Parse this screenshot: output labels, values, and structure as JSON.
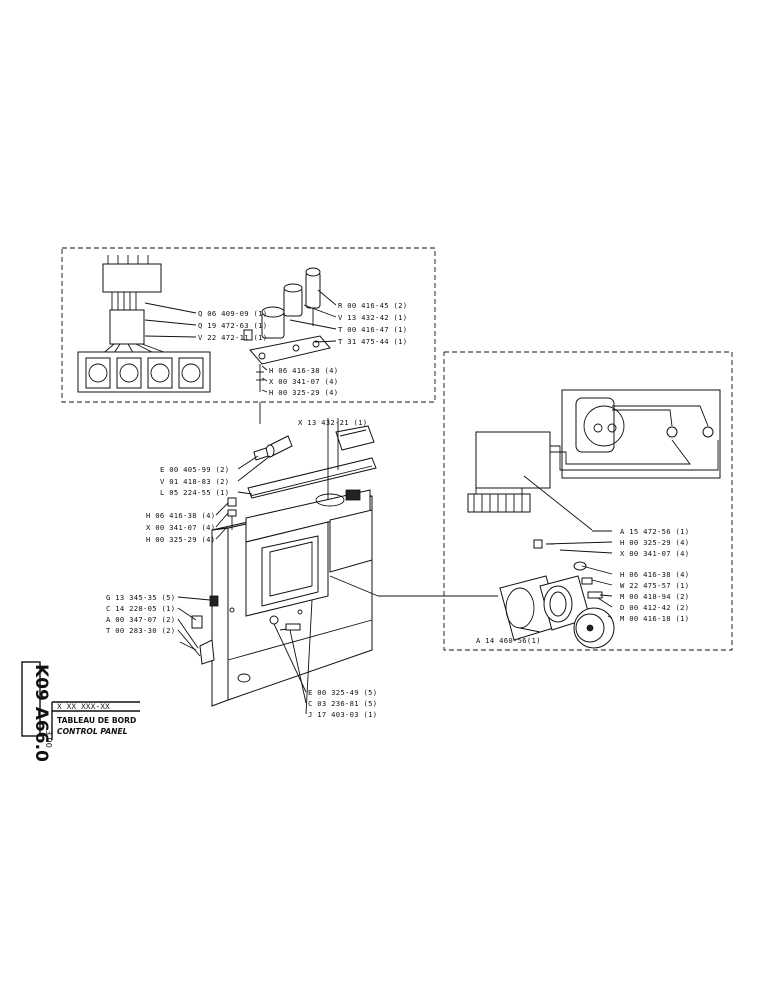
{
  "sheet": {
    "code_vertical": "K09 A66.0",
    "version": "3.90",
    "ref": "X XX XXX-XX",
    "title_fr": "TABLEAU DE BORD",
    "title_en": "CONTROL PANEL"
  },
  "labels": {
    "top_left_1": "Q 06 409-09 (1)",
    "top_left_2": "Q 19 472-63 (1)",
    "top_left_3": "V 22 472-11 (1)",
    "top_right_1": "R 00 416-45 (2)",
    "top_right_2": "V 13 432-42 (1)",
    "top_right_3": "T 00 416-47 (1)",
    "top_right_4": "T 31 475-44 (1)",
    "top_mid_1": "H 06 416-38 (4)",
    "top_mid_2": "X 00 341-07 (4)",
    "top_mid_3": "H 00 325-29 (4)",
    "mid_top": "X 13 432-21 (1)",
    "left_1": "E 00 405-99 (2)",
    "left_2": "V 01 418-83 (2)",
    "left_3": "L 05 224-55 (1)",
    "left_4": "H 06 416-38 (4)",
    "left_5": "X 00 341-07 (4)",
    "left_6": "H 00 325-29 (4)",
    "left_7": "G 13 345-35 (5)",
    "left_8": "C 14 228-05 (1)",
    "left_9": "A 00 347-07 (2)",
    "left_10": "T 00 283-30 (2)",
    "bottom_1": "E 00 325-49 (5)",
    "bottom_2": "C 03 236-81 (5)",
    "bottom_3": "J 17 403-03 (1)",
    "right_1": "A 15 472-56 (1)",
    "right_2": "H 00 325-29 (4)",
    "right_3": "X 00 341-07 (4)",
    "right_4": "H 06 416-38 (4)",
    "right_5": "W 22 475-57 (1)",
    "right_6": "M 00 418-94 (2)",
    "right_7": "D 00 412-42 (2)",
    "right_8": "M 00 416-18 (1)",
    "right_9": "A 14 460-56(1)"
  }
}
